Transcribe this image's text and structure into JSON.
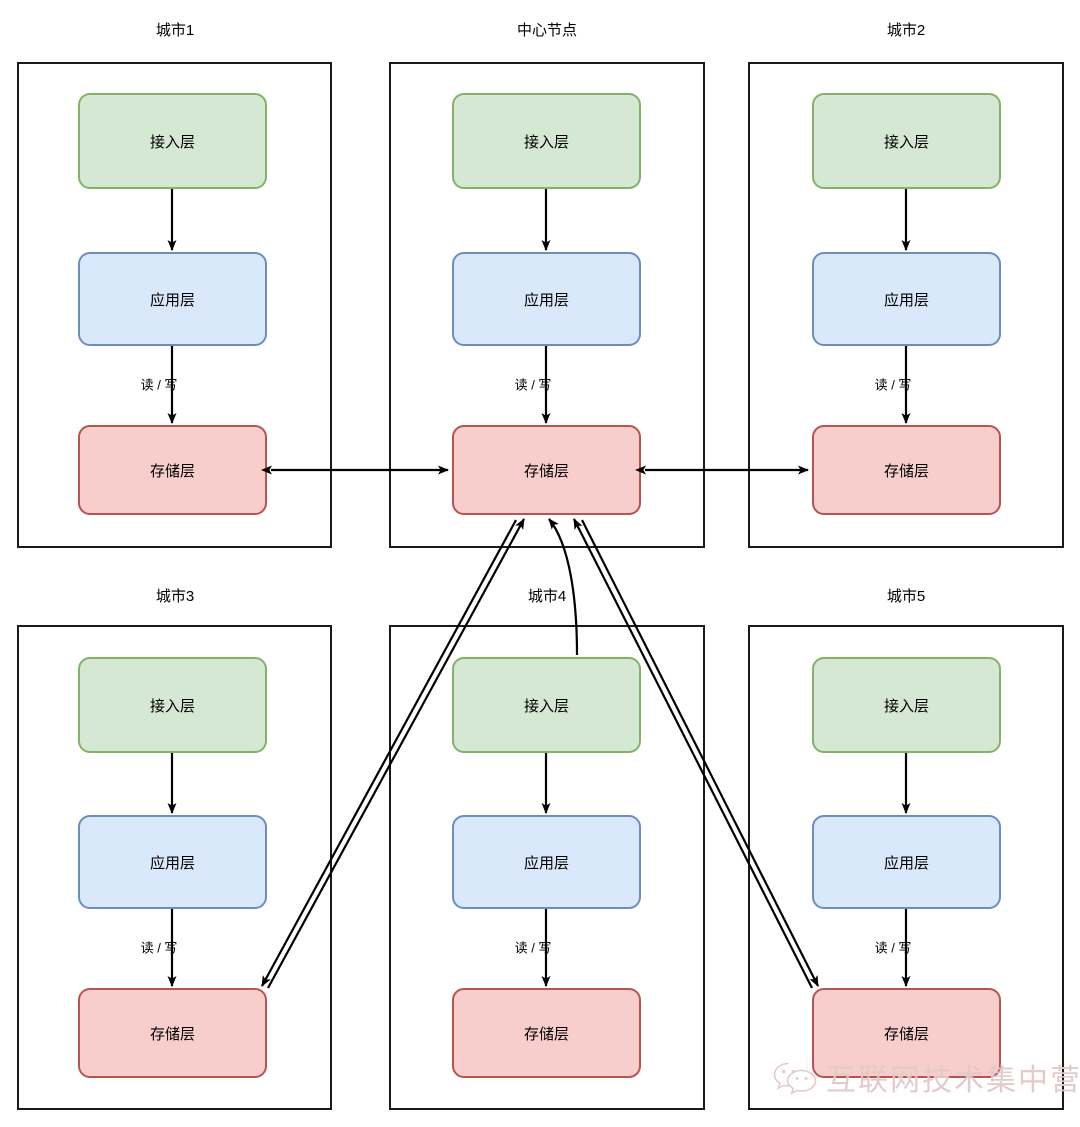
{
  "diagram": {
    "title_row1": [
      "城市1",
      "中心节点",
      "城市2"
    ],
    "title_row2": [
      "城市3",
      "城市4",
      "城市5"
    ],
    "layer_labels": {
      "access": "接入层",
      "app": "应用层",
      "storage": "存储层"
    },
    "edge_label_read_write": "读 / 写",
    "colors": {
      "access_fill": "#d5e8d4",
      "access_stroke": "#82b366",
      "app_fill": "#dae8fc",
      "app_stroke": "#6c8ebf",
      "storage_fill": "#f8cecc",
      "storage_stroke": "#b85450",
      "group_stroke": "#1a1a1a",
      "arrow": "#000000",
      "watermark": "#e3c9c9"
    },
    "groups": [
      {
        "id": "city1",
        "title": "城市1",
        "access": "接入层",
        "app": "应用层",
        "storage": "存储层",
        "rw": "读 / 写"
      },
      {
        "id": "center",
        "title": "中心节点",
        "access": "接入层",
        "app": "应用层",
        "storage": "存储层",
        "rw": "读 / 写"
      },
      {
        "id": "city2",
        "title": "城市2",
        "access": "接入层",
        "app": "应用层",
        "storage": "存储层",
        "rw": "读 / 写"
      },
      {
        "id": "city3",
        "title": "城市3",
        "access": "接入层",
        "app": "应用层",
        "storage": "存储层",
        "rw": "读 / 写"
      },
      {
        "id": "city4",
        "title": "城市4",
        "access": "接入层",
        "app": "应用层",
        "storage": "存储层",
        "rw": "读 / 写"
      },
      {
        "id": "city5",
        "title": "城市5",
        "access": "接入层",
        "app": "应用层",
        "storage": "存储层",
        "rw": "读 / 写"
      }
    ],
    "connections": [
      {
        "from": "city1.storage",
        "to": "center.storage",
        "type": "bidirectional"
      },
      {
        "from": "center.storage",
        "to": "city2.storage",
        "type": "bidirectional"
      },
      {
        "from": "city3.storage",
        "to": "center.storage",
        "type": "bidirectional-diagonal"
      },
      {
        "from": "center.storage",
        "to": "city5.storage",
        "type": "bidirectional-diagonal"
      },
      {
        "from": "city4.access",
        "to": "center.storage",
        "type": "curved-up"
      }
    ]
  },
  "watermark": {
    "text": "互联网技术集中营",
    "icon": "wechat-icon"
  }
}
